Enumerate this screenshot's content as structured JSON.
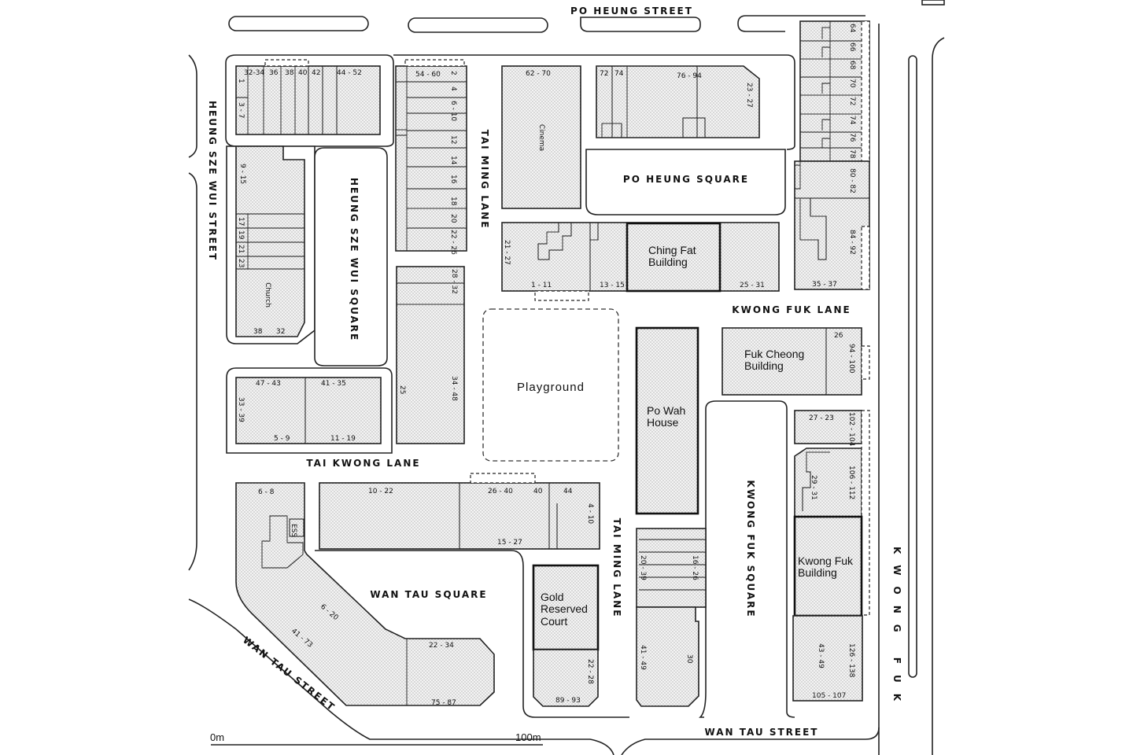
{
  "streets": {
    "po_heung_street": "PO HEUNG STREET",
    "heung_sze_wui_street": "HEUNG SZE WUI STREET",
    "tai_ming_lane_north": "TAI MING LANE",
    "tai_ming_lane_south": "TAI MING LANE",
    "po_heung_square": "PO HEUNG SQUARE",
    "heung_sze_wui_square": "HEUNG SZE WUI SQUARE",
    "kwong_fuk_lane": "KWONG FUK LANE",
    "tai_kwong_lane": "TAI KWONG LANE",
    "kwong_fuk_square": "KWONG FUK SQUARE",
    "wan_tau_square": "WAN TAU SQUARE",
    "wan_tau_street_diagonal": "WAN TAU STREET",
    "wan_tau_street_bottom": "WAN TAU STREET",
    "kwong_fuk_road": "KWONG FUK"
  },
  "buildings": {
    "cinema": "Cinema",
    "church": "Church",
    "ching_fat_1": "Ching Fat",
    "ching_fat_2": "Building",
    "fuk_cheong_1": "Fuk Cheong",
    "fuk_cheong_2": "Building",
    "po_wah_1": "Po Wah",
    "po_wah_2": "House",
    "gold_1": "Gold",
    "gold_2": "Reserved",
    "gold_3": "Court",
    "kwong_fuk_bldg_1": "Kwong Fuk",
    "kwong_fuk_bldg_2": "Building",
    "playground": "Playground",
    "ess": "ESS"
  },
  "lot_numbers": {
    "n_32_34": "32-34",
    "n_36": "36",
    "n_38": "38",
    "n_40": "40",
    "n_42": "42",
    "n_44_52": "44 - 52",
    "n_1": "1",
    "n_3_7": "3 - 7",
    "n_54_60": "54 - 60",
    "n_62_70": "62 - 70",
    "n_72": "72",
    "n_74": "74",
    "n_76_94": "76 - 94",
    "n_23_27": "23 - 27",
    "n_2": "2",
    "n_4": "4",
    "n_6_10": "6 - 10",
    "n_12": "12",
    "n_14": "14",
    "n_16": "16",
    "n_18": "18",
    "n_20": "20",
    "n_22_26": "22 - 26",
    "n_9_15": "9 - 15",
    "n_17": "17",
    "n_19": "19",
    "n_21": "21",
    "n_23": "23",
    "n_38b": "38",
    "n_32b": "32",
    "n_21_27": "21 - 27",
    "n_1_11": "1 - 11",
    "n_13_15": "13 - 15",
    "n_25_31": "25 - 31",
    "n_28_32": "28 - 32",
    "n_34_48": "34 - 48",
    "n_25": "25",
    "n_47_43": "47 - 43",
    "n_41_35": "41 - 35",
    "n_33_39": "33 - 39",
    "n_5_9": "5 - 9",
    "n_11_19": "11 - 19",
    "n_64": "64",
    "n_66": "66",
    "n_68": "68",
    "n_70": "70",
    "n_72r": "72",
    "n_74r": "74",
    "n_76r": "76",
    "n_78": "78",
    "n_80_82": "80 - 82",
    "n_84_92": "84 - 92",
    "n_35_37": "35 - 37",
    "n_26": "26",
    "n_94_100": "94 - 100",
    "n_27_23": "27 - 23",
    "n_102_104": "102 - 104",
    "n_29_31": "29 - 31",
    "n_106_112": "106 - 112",
    "n_43_49": "43 - 49",
    "n_126_138": "126 - 138",
    "n_105_107": "105 - 107",
    "n_6_8": "6 - 8",
    "n_10_22": "10 - 22",
    "n_26_40": "26 - 40",
    "n_44": "44",
    "n_4_10": "4 - 10",
    "n_15_27": "15 - 27",
    "n_6_20": "6 - 20",
    "n_41_73": "41 - 73",
    "n_22_34": "22 - 34",
    "n_75_87": "75 - 87",
    "n_22_28": "22 - 28",
    "n_89_93": "89 - 93",
    "n_20_39": "20 - 39",
    "n_16_26": "16 - 26",
    "n_41_49": "41 - 49",
    "n_30": "30"
  },
  "scale_bar": {
    "start": "0m",
    "end": "100m"
  }
}
